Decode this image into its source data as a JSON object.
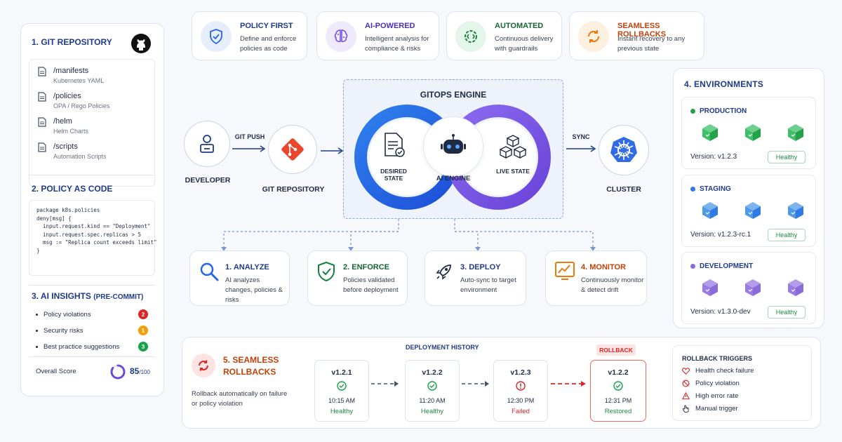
{
  "colors": {
    "primary": "#1f3a8a",
    "accent": "#2563eb",
    "green": "#1e8a45",
    "red": "#dc2626",
    "orange": "#f59e0b",
    "purple": "#7c5cd6"
  },
  "left": {
    "git": {
      "title": "1. GIT REPOSITORY",
      "files": [
        {
          "name": "/manifests",
          "sub": "Kubernetes YAML"
        },
        {
          "name": "/policies",
          "sub": "OPA / Rego Policies"
        },
        {
          "name": "/helm",
          "sub": "Helm Charts"
        },
        {
          "name": "/scripts",
          "sub": "Automation Scripts"
        }
      ]
    },
    "policy": {
      "title": "2. POLICY AS CODE",
      "code": [
        "package k8s.policies",
        "",
        "deny[msg] {",
        "  input.request.kind == \"Deployment\"",
        "  input.request.spec.replicas > 5",
        "  msg := \"Replica count exceeds limit\"",
        "}"
      ]
    },
    "insights": {
      "title": "3. AI INSIGHTS",
      "title_suffix": "(PRE-COMMIT)",
      "items": [
        {
          "label": "Policy violations",
          "count": "2",
          "color": "#dc2626"
        },
        {
          "label": "Security risks",
          "count": "1",
          "color": "#f59e0b"
        },
        {
          "label": "Best practice suggestions",
          "count": "3",
          "color": "#16a34a"
        }
      ],
      "score_label": "Overall Score",
      "score": "85",
      "score_max": "/100",
      "score_value": 0.85
    }
  },
  "features": [
    {
      "title": "POLICY FIRST",
      "desc": "Define and enforce policies as code",
      "color": "#2563eb",
      "icon": "shield-icon"
    },
    {
      "title": "AI-POWERED",
      "desc": "Intelligent analysis for compliance & risks",
      "color": "#6d4bd8",
      "icon": "brain-icon"
    },
    {
      "title": "AUTOMATED",
      "desc": "Continuous delivery with guardrails",
      "color": "#15803d",
      "icon": "gear-icon"
    },
    {
      "title": "SEAMLESS ROLLBACKS",
      "desc": "Instant recovery to any previous state",
      "color": "#ea7a0b",
      "icon": "refresh-icon"
    }
  ],
  "flow": {
    "developer": "DEVELOPER",
    "git_push": "GIT PUSH",
    "git_repo": "GIT REPOSITORY",
    "engine_title": "GITOPS ENGINE",
    "desired": "DESIRED STATE",
    "ai_engine": "AI ENGINE",
    "live": "LIVE STATE",
    "sync": "SYNC",
    "cluster": "CLUSTER"
  },
  "steps": [
    {
      "title": "1. ANALYZE",
      "desc": "AI analyzes changes, policies & risks",
      "color": "#2563eb",
      "icon": "search-icon"
    },
    {
      "title": "2. ENFORCE",
      "desc": "Policies validated before deployment",
      "color": "#15803d",
      "icon": "shield-check-icon"
    },
    {
      "title": "3. DEPLOY",
      "desc": "Auto-sync to target environment",
      "color": "#1f3a8a",
      "icon": "rocket-icon"
    },
    {
      "title": "4. MONITOR",
      "desc": "Continuously monitor & detect drift",
      "color": "#ea7a0b",
      "icon": "chart-icon"
    }
  ],
  "environments": {
    "title": "4. ENVIRONMENTS",
    "items": [
      {
        "name": "PRODUCTION",
        "version": "Version: v1.2.3",
        "status": "Healthy",
        "color": "#22a34a",
        "cube": "#3fbf6a"
      },
      {
        "name": "STAGING",
        "version": "Version: v1.2.3-rc.1",
        "status": "Healthy",
        "color": "#2f7ae5",
        "cube": "#4f9ae8"
      },
      {
        "name": "DEVELOPMENT",
        "version": "Version: v1.3.0-dev",
        "status": "Healthy",
        "color": "#8b6bdc",
        "cube": "#9a7be4"
      }
    ]
  },
  "rollback": {
    "title_line1": "5. SEAMLESS",
    "title_line2": "ROLLBACKS",
    "desc_line1": "Rollback automatically on failure",
    "desc_line2": "or policy violation",
    "history_title": "DEPLOYMENT HISTORY",
    "rollback_tag": "ROLLBACK",
    "history": [
      {
        "version": "v1.2.1",
        "time": "10:15 AM",
        "status": "Healthy",
        "state": "ok"
      },
      {
        "version": "v1.2.2",
        "time": "11:20 AM",
        "status": "Healthy",
        "state": "ok"
      },
      {
        "version": "v1.2.3",
        "time": "12:30 PM",
        "status": "Failed",
        "state": "fail"
      },
      {
        "version": "v1.2.2",
        "time": "12:31 PM",
        "status": "Restored",
        "state": "restored"
      }
    ],
    "triggers_title": "ROLLBACK TRIGGERS",
    "triggers": [
      "Health check failure",
      "Policy violation",
      "High error rate",
      "Manual trigger"
    ]
  }
}
